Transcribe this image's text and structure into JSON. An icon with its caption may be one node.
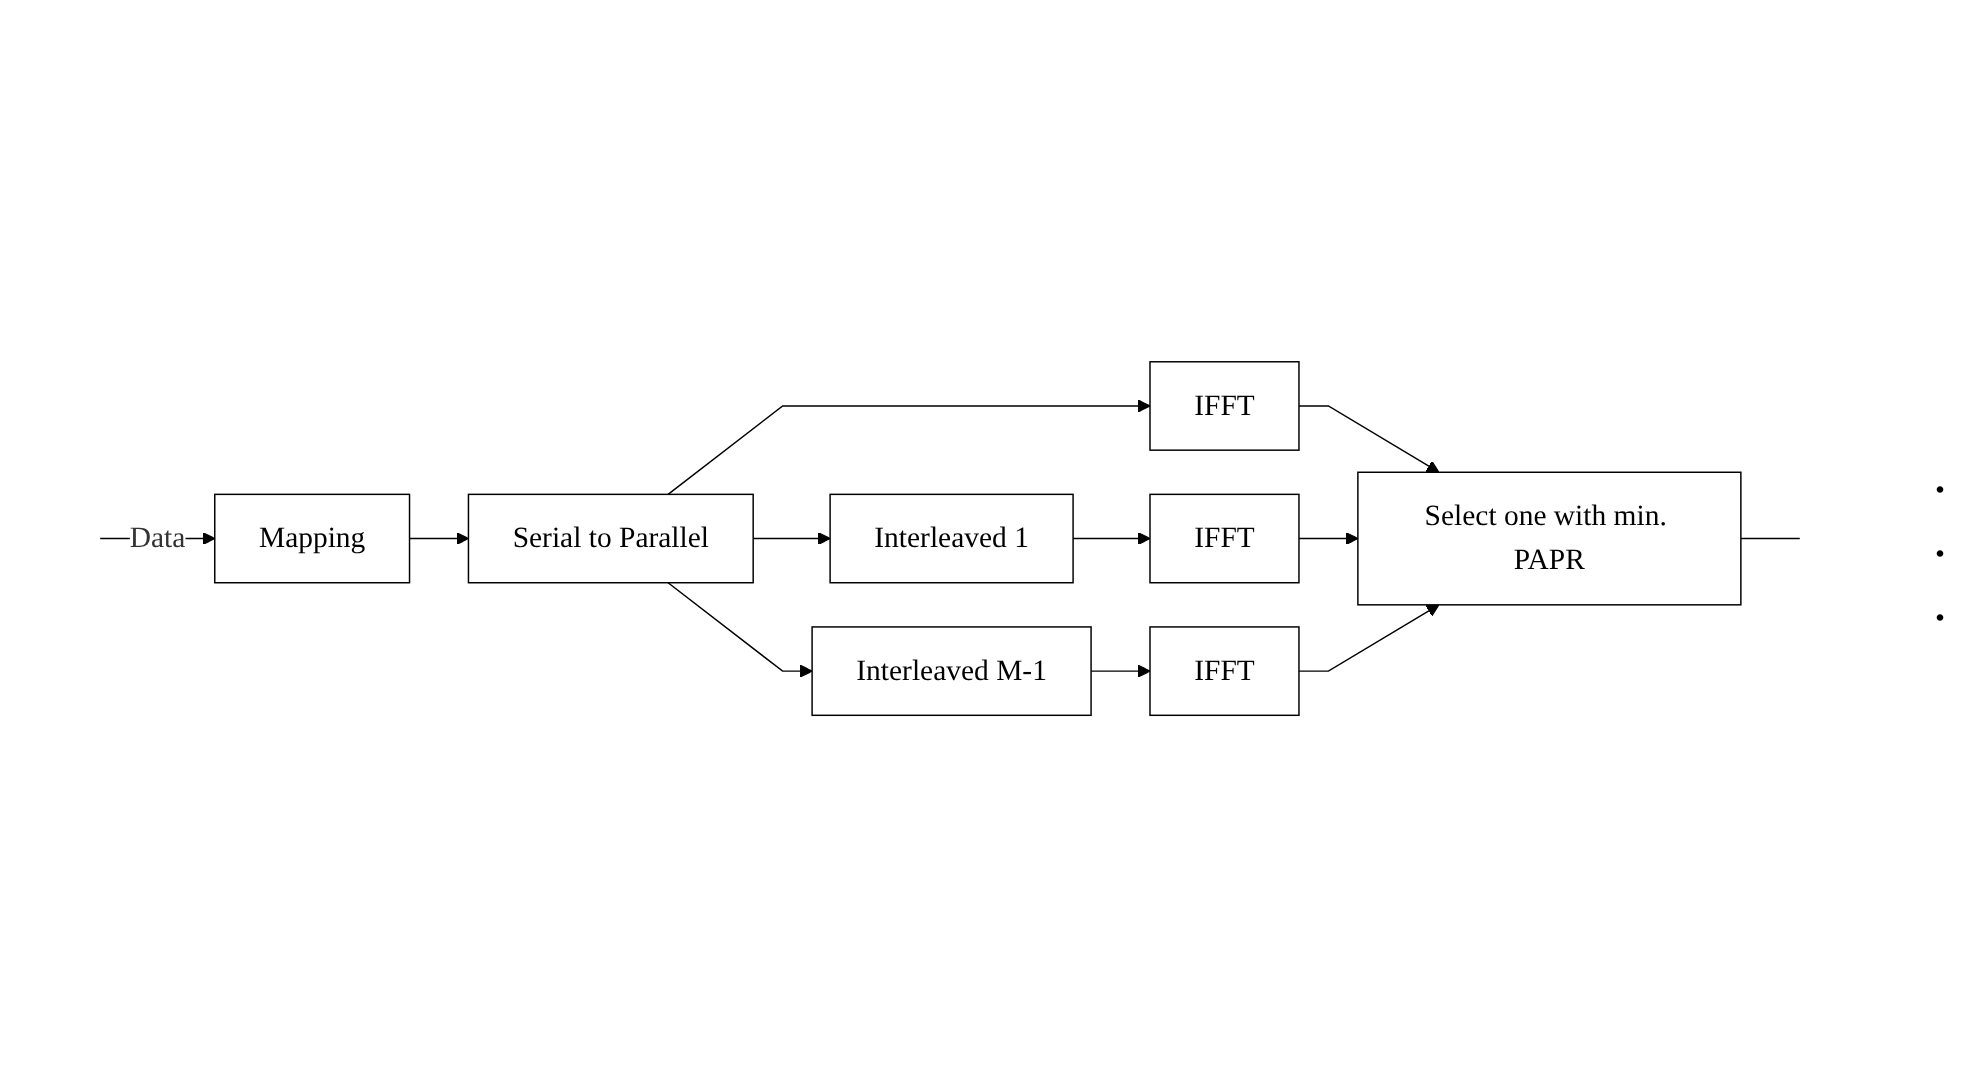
{
  "diagram": {
    "nodes": [
      {
        "text": [
          "Mapping"
        ]
      },
      {
        "text": [
          "Serial to Parallel"
        ]
      },
      {
        "text": [
          "IFFT"
        ]
      },
      {
        "text": [
          "Interleaved 1"
        ]
      },
      {
        "text": [
          "IFFT"
        ]
      },
      {
        "text": [
          "Interleaved M-1"
        ]
      },
      {
        "text": [
          "IFFT"
        ]
      },
      {
        "text": [
          "Select one with min. PAPR"
        ]
      }
    ],
    "edges": [
      {
        "from": null,
        "to": 0,
        "arrow": "to",
        "label": "Data"
      },
      {
        "from": 0,
        "to": 1,
        "arrow": "to"
      },
      {
        "from": 1,
        "to": 2,
        "arrow": "to"
      },
      {
        "from": 1,
        "to": 3,
        "arrow": "to"
      },
      {
        "from": 3,
        "to": 4,
        "arrow": "to"
      },
      {
        "from": 1,
        "to": 5,
        "arrow": "to"
      },
      {
        "from": 5,
        "to": 6,
        "arrow": "to"
      },
      {
        "from": 2,
        "to": 7,
        "arrow": "to"
      },
      {
        "from": 4,
        "to": 7,
        "arrow": "to"
      },
      {
        "from": 6,
        "to": 7,
        "arrow": "to"
      },
      {
        "from": 7,
        "to": null,
        "arrow": "none"
      }
    ],
    "labels": [
      ".",
      ".",
      "."
    ]
  }
}
